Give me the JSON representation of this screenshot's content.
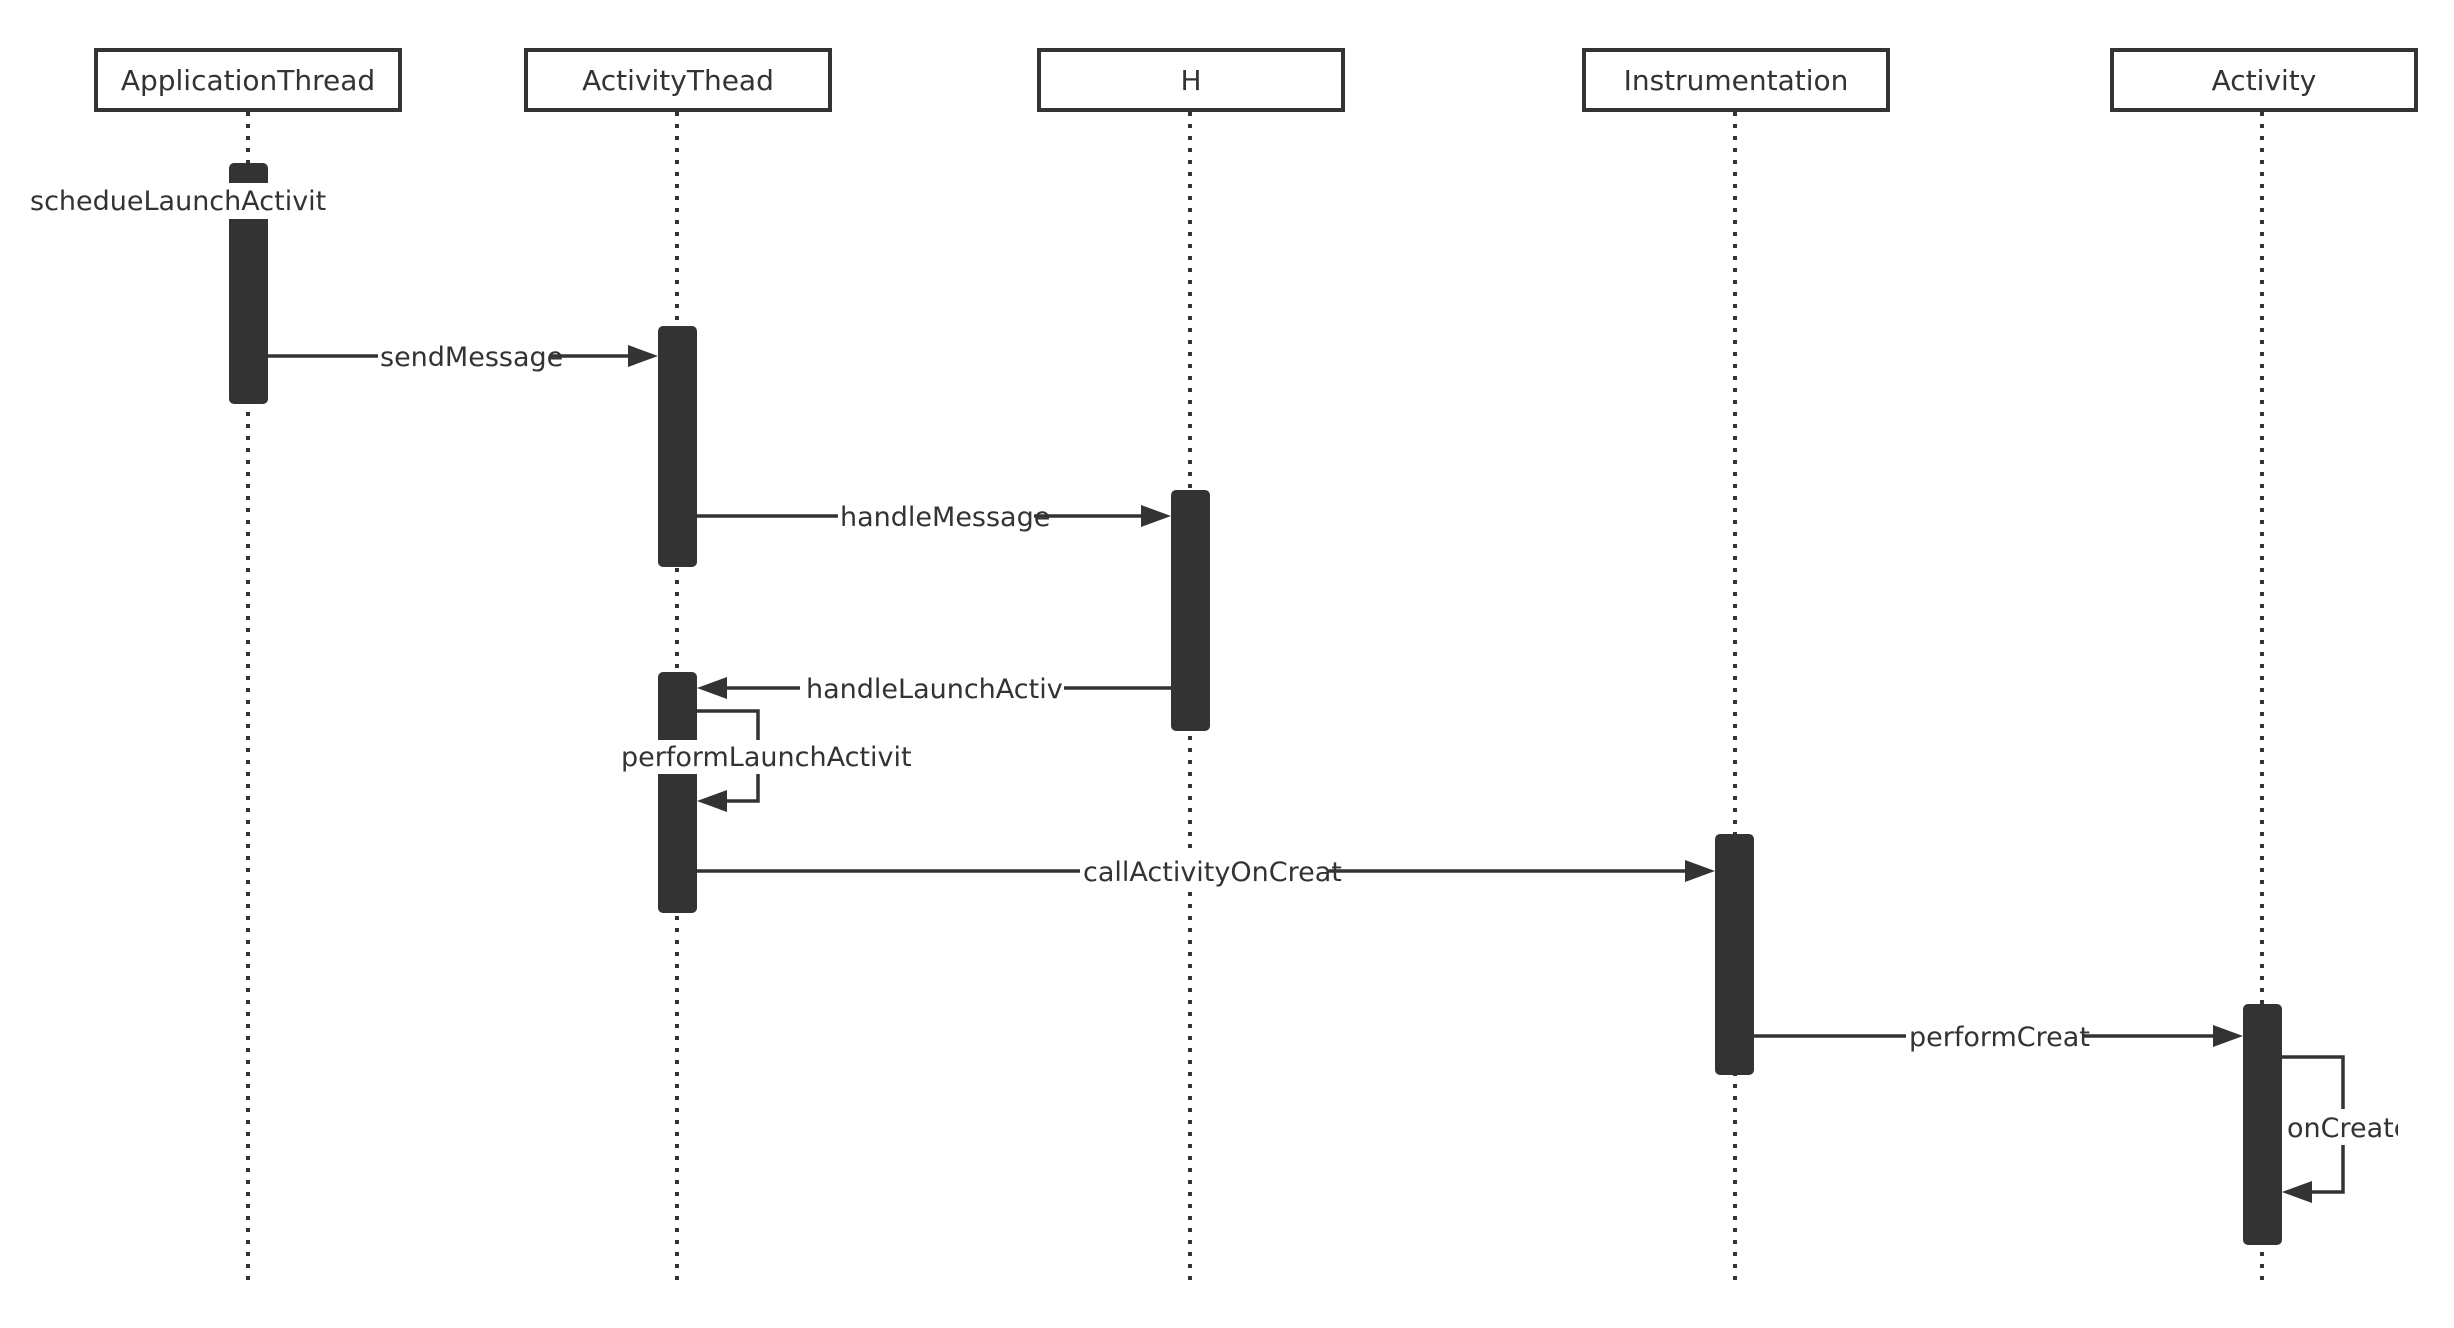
{
  "diagram": {
    "participants": [
      {
        "id": "applicationthread",
        "label": "ApplicationThread"
      },
      {
        "id": "activitythead",
        "label": "ActivityThead"
      },
      {
        "id": "h",
        "label": "H"
      },
      {
        "id": "instrumentation",
        "label": "Instrumentation"
      },
      {
        "id": "activity",
        "label": "Activity"
      }
    ],
    "messages": [
      {
        "id": "schedulelaunchactivity",
        "label": "schedueLaunchActivit"
      },
      {
        "id": "sendmessage",
        "label": "sendMessage"
      },
      {
        "id": "handlemessage",
        "label": "handleMessage"
      },
      {
        "id": "handlelaunchactivity",
        "label": "handleLaunchActivity"
      },
      {
        "id": "performlaunchactivity",
        "label": "performLaunchActivit"
      },
      {
        "id": "callactivityoncreate",
        "label": "callActivityOnCreat"
      },
      {
        "id": "performcreate",
        "label": "performCreat"
      },
      {
        "id": "oncreate",
        "label": "onCreate"
      }
    ]
  },
  "colors": {
    "stroke": "#333333",
    "background": "#ffffff"
  }
}
